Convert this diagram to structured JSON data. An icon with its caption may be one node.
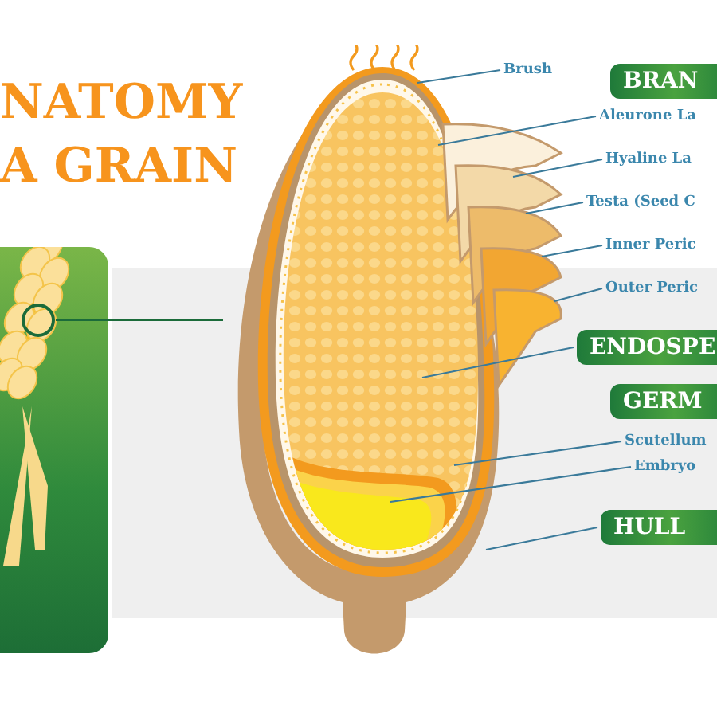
{
  "diagram": {
    "title": "NATOMY A GRAIN",
    "nodes": [
      {
        "text": [],
        "shape": "picture"
      },
      {
        "text": [],
        "shape": "circle",
        "in": 0
      },
      {
        "text": [],
        "shape": "picture"
      },
      {
        "text": [
          "Brush"
        ]
      },
      {
        "text": [
          "BRAN"
        ]
      },
      {
        "text": [
          "Aleurone La"
        ]
      },
      {
        "text": [
          "Hyaline La"
        ]
      },
      {
        "text": [
          "Testa (Seed C"
        ]
      },
      {
        "text": [
          "Inner Peric"
        ]
      },
      {
        "text": [
          "Outer Peric"
        ]
      },
      {
        "text": [
          "ENDOSPE"
        ]
      },
      {
        "text": [
          "GERM"
        ]
      },
      {
        "text": [
          "Scutellum"
        ]
      },
      {
        "text": [
          "Embryo"
        ]
      },
      {
        "text": [
          "HULL"
        ]
      }
    ],
    "edges": [
      {
        "from": 1,
        "to": 2,
        "arrow": "none",
        "color": "#1b6b3a"
      },
      {
        "from": 3,
        "to": 2,
        "arrow": "none"
      },
      {
        "from": 5,
        "to": 2,
        "arrow": "none"
      },
      {
        "from": 6,
        "to": 2,
        "arrow": "none"
      },
      {
        "from": 7,
        "to": 2,
        "arrow": "none"
      },
      {
        "from": 8,
        "to": 2,
        "arrow": "none"
      },
      {
        "from": 9,
        "to": 2,
        "arrow": "none"
      },
      {
        "from": 10,
        "to": 2,
        "arrow": "none"
      },
      {
        "from": 12,
        "to": 2,
        "arrow": "none"
      },
      {
        "from": 13,
        "to": 2,
        "arrow": "none"
      },
      {
        "from": 14,
        "to": 2,
        "arrow": "none"
      }
    ]
  }
}
